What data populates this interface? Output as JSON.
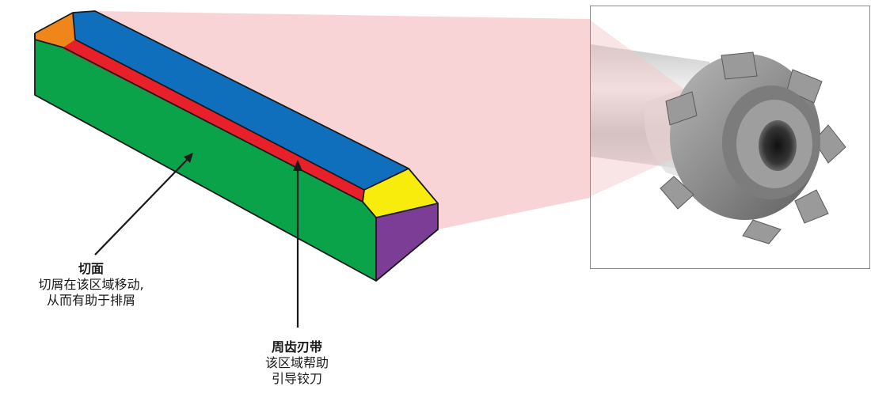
{
  "colors": {
    "top_face": "#0f6fbd",
    "side_face": "#0aa34a",
    "margin_band": "#e8202a",
    "front_chamfer": "#f7ec0c",
    "end_face": "#7c3d97",
    "back_chamfer": "#f0861a",
    "projection": "#f5c6c8",
    "reamer_body": "#8c8c8c",
    "frame_border": "#8a8a8a"
  },
  "callouts": {
    "rake_face": {
      "title": "切面",
      "line1": "切屑在该区域移动,",
      "line2": "从而有助于排屑"
    },
    "margin": {
      "title": "周齿刃带",
      "line1": "该区域帮助",
      "line2": "引导铰刀"
    }
  },
  "icons": {
    "tooth_model": "reamer-tooth-icon",
    "reamer_photo": "reamer-icon"
  }
}
